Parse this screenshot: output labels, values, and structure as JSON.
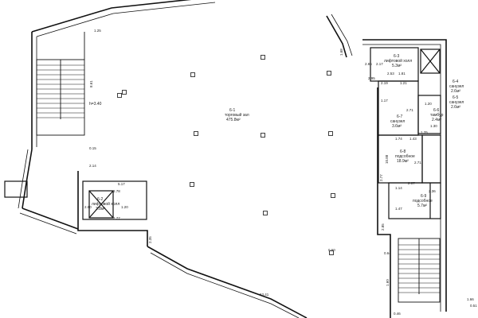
{
  "plan": {
    "rooms": {
      "main_hall": {
        "code": "6-1",
        "name": "торговый зал",
        "area": "475.8м²"
      },
      "room_6_2": {
        "code": "6-2",
        "name": "лифтовой холл",
        "area": "3.8м²"
      },
      "room_6_3": {
        "code": "6-3",
        "name": "лифтовой холл",
        "area": "5.3м²"
      },
      "room_6_4": {
        "code": "6-4",
        "name": "санузел",
        "area": "2.6м²"
      },
      "room_6_5": {
        "code": "6-5",
        "name": "санузел",
        "area": "2.6м²"
      },
      "room_6_6": {
        "code": "6-6",
        "name": "тамбур",
        "area": "2.4м²"
      },
      "room_6_7": {
        "code": "6-7",
        "name": "санузел",
        "area": "3.6м²"
      },
      "room_6_8": {
        "code": "6-8",
        "name": "подсобное",
        "area": "18.9м²"
      },
      "room_6_9": {
        "code": "6-9",
        "name": "подсобное",
        "area": "5.7м²"
      }
    },
    "heights": {
      "h_left": "h=3.40"
    },
    "dims": {
      "d_125": "1.25",
      "d_861": "8.61",
      "d_015": "0.15",
      "d_214": "2.14",
      "d_517": "5.17",
      "d_278": "2.78",
      "d_260": "2.60",
      "d_277": "2.77",
      "d_120": "1.20",
      "d_285": "2.85",
      "d_217": "2.17",
      "d_295": "2.95",
      "d_253": "2.53",
      "d_181": "1.81",
      "d_219": "2.19",
      "d_117": "1.17",
      "d_121": "1.21",
      "d_120b": "1.20",
      "d_271": "2.71",
      "d_125b": "1.25",
      "d_174": "1.74",
      "d_130": "1.30",
      "d_143": "1.43",
      "d_1088": "10.88",
      "d_277b": "2.77",
      "d_271b": "2.71",
      "d_114": "1.14",
      "d_207": "2.07",
      "d_236": "2.36",
      "d_147": "1.47",
      "d_285b": "2.85",
      "d_064": "0.64",
      "d_160": "1.60",
      "d_168": "1.68",
      "d_235": "2.35",
      "d_060": "0.60",
      "d_5341": "53.41",
      "d_166": "1.66",
      "d_051": "0.51",
      "d_046": "0.46"
    }
  }
}
